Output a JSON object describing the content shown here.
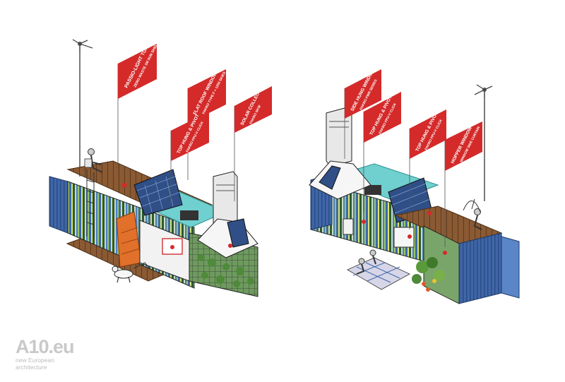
{
  "watermark": {
    "logo": "A10.eu",
    "line1": "new European",
    "line2": "architecture"
  },
  "colors": {
    "flag": "#d42a2a",
    "container_blue": "#3f66a8",
    "wood": "#8a5a33",
    "glass": "#6fd0cf",
    "orange": "#e0702a",
    "steel": "#e8e8e8"
  },
  "left_unit": {
    "labels": [
      {
        "title": "PASSIO-LIGHT TUNNEL",
        "sub": "ZERO WASTE 1M SUN SHELL"
      },
      {
        "title": "FLAT ROOF WINDOW",
        "sub": "FAKRO TYPE F + 1250 SKIES"
      },
      {
        "title": "TOP HUNG & PIVOT",
        "sub": "FAKRO FPU-V CLICK"
      },
      {
        "title": "SOLAR COLLECTOR",
        "sub": "FAKRO SKW"
      }
    ]
  },
  "right_unit": {
    "labels": [
      {
        "title": "SIDE HUNG WINDOW",
        "sub": "FAKRO FWR SERIES"
      },
      {
        "title": "TOP HUNG & PIVOT",
        "sub": "FAKRO FPU-V CLICK"
      },
      {
        "title": "TOP HUNG & PIVOT",
        "sub": "FAKRO FPU-V CLICK"
      },
      {
        "title": "HOPPER WINDOW",
        "sub": "WINDOW SIDE CURTAIN"
      }
    ]
  }
}
